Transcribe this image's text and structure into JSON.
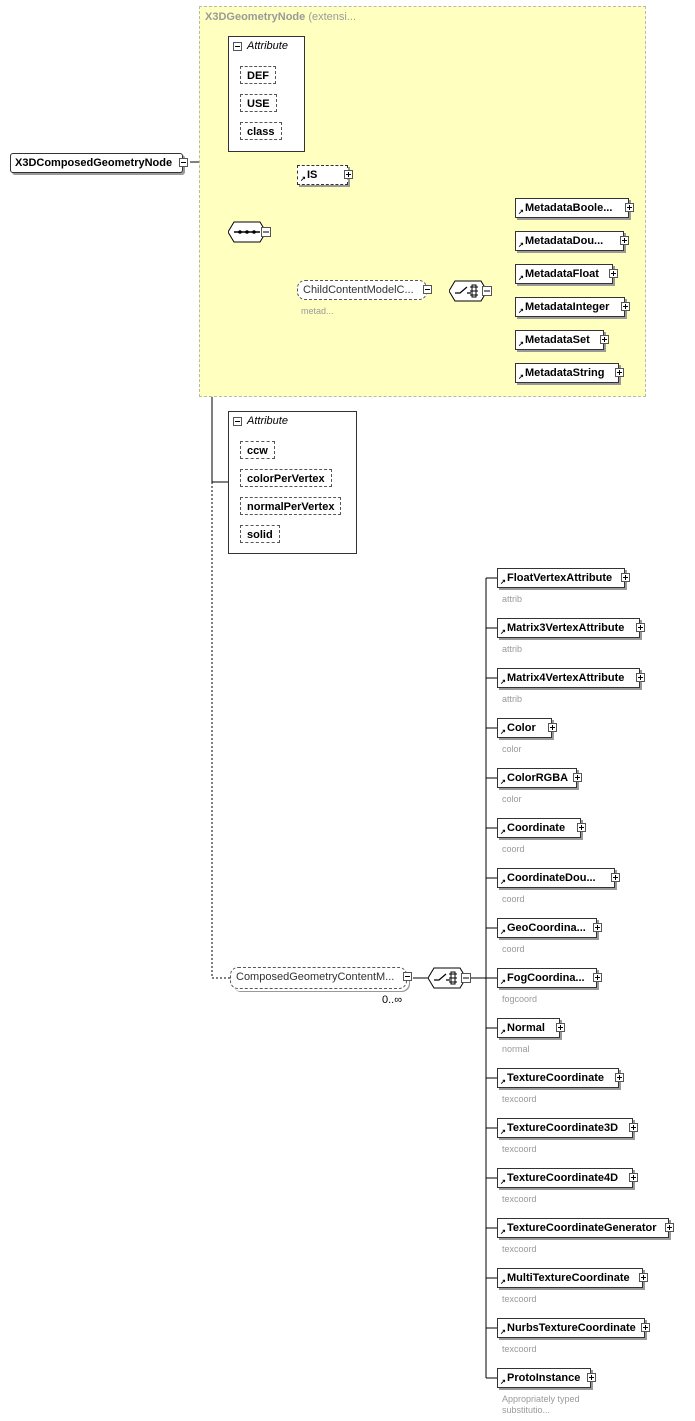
{
  "root": {
    "label": "X3DComposedGeometryNode"
  },
  "extension": {
    "base": "X3DGeometryNode",
    "suffix": "(extensi..."
  },
  "attributes_inherited": {
    "title": "Attribute",
    "items": [
      "DEF",
      "USE",
      "class"
    ]
  },
  "attributes_own": {
    "title": "Attribute",
    "items": [
      "ccw",
      "colorPerVertex",
      "normalPerVertex",
      "solid"
    ]
  },
  "is_element": {
    "label": "IS"
  },
  "child_group": {
    "label": "ChildContentModelC...",
    "sublabel": "metad..."
  },
  "metadata_elements": [
    {
      "label": "MetadataBoole..."
    },
    {
      "label": "MetadataDou..."
    },
    {
      "label": "MetadataFloat"
    },
    {
      "label": "MetadataInteger"
    },
    {
      "label": "MetadataSet"
    },
    {
      "label": "MetadataString"
    }
  ],
  "composed_group": {
    "label": "ComposedGeometryContentM...",
    "occurrence": "0..∞"
  },
  "content_elements": [
    {
      "label": "FloatVertexAttribute",
      "sub": "attrib"
    },
    {
      "label": "Matrix3VertexAttribute",
      "sub": "attrib"
    },
    {
      "label": "Matrix4VertexAttribute",
      "sub": "attrib"
    },
    {
      "label": "Color",
      "sub": "color"
    },
    {
      "label": "ColorRGBA",
      "sub": "color"
    },
    {
      "label": "Coordinate",
      "sub": "coord"
    },
    {
      "label": "CoordinateDou...",
      "sub": "coord"
    },
    {
      "label": "GeoCoordina...",
      "sub": "coord"
    },
    {
      "label": "FogCoordina...",
      "sub": "fogcoord"
    },
    {
      "label": "Normal",
      "sub": "normal"
    },
    {
      "label": "TextureCoordinate",
      "sub": "texcoord"
    },
    {
      "label": "TextureCoordinate3D",
      "sub": "texcoord"
    },
    {
      "label": "TextureCoordinate4D",
      "sub": "texcoord"
    },
    {
      "label": "TextureCoordinateGenerator",
      "sub": "texcoord"
    },
    {
      "label": "MultiTextureCoordinate",
      "sub": "texcoord"
    },
    {
      "label": "NurbsTextureCoordinate",
      "sub": "texcoord"
    },
    {
      "label": "ProtoInstance",
      "sub": "Appropriately typed substitutio..."
    }
  ]
}
